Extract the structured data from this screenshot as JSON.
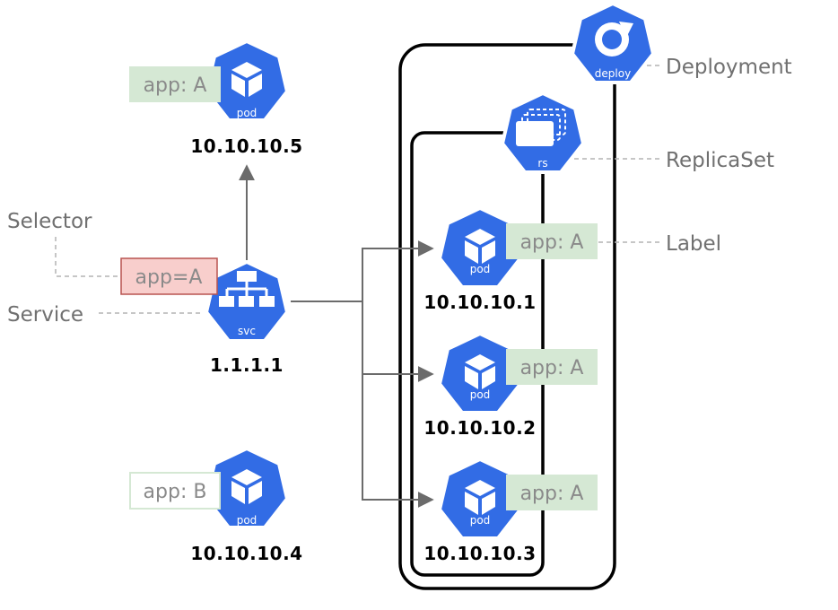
{
  "nodes": {
    "pod_top": {
      "ip": "10.10.10.5",
      "label": "pod",
      "tag": "app: A"
    },
    "pod_1": {
      "ip": "10.10.10.1",
      "label": "pod",
      "tag": "app: A"
    },
    "pod_2": {
      "ip": "10.10.10.2",
      "label": "pod",
      "tag": "app: A"
    },
    "pod_3": {
      "ip": "10.10.10.3",
      "label": "pod",
      "tag": "app: A"
    },
    "pod_bottom": {
      "ip": "10.10.10.4",
      "label": "pod",
      "tag": "app: B"
    },
    "service": {
      "ip": "1.1.1.1",
      "label": "svc",
      "selector": "app=A"
    },
    "deployment": {
      "label": "deploy"
    },
    "replicaset": {
      "label": "rs"
    }
  },
  "annotations": {
    "deployment": "Deployment",
    "replicaset": "ReplicaSet",
    "label": "Label",
    "selector": "Selector",
    "service": "Service"
  },
  "colors": {
    "k8s_blue": "#326ce5",
    "label_bg": "#d5e8d4",
    "selector_bg": "#f8cecc",
    "selector_border": "#b85450",
    "box_stroke": "#000000"
  }
}
